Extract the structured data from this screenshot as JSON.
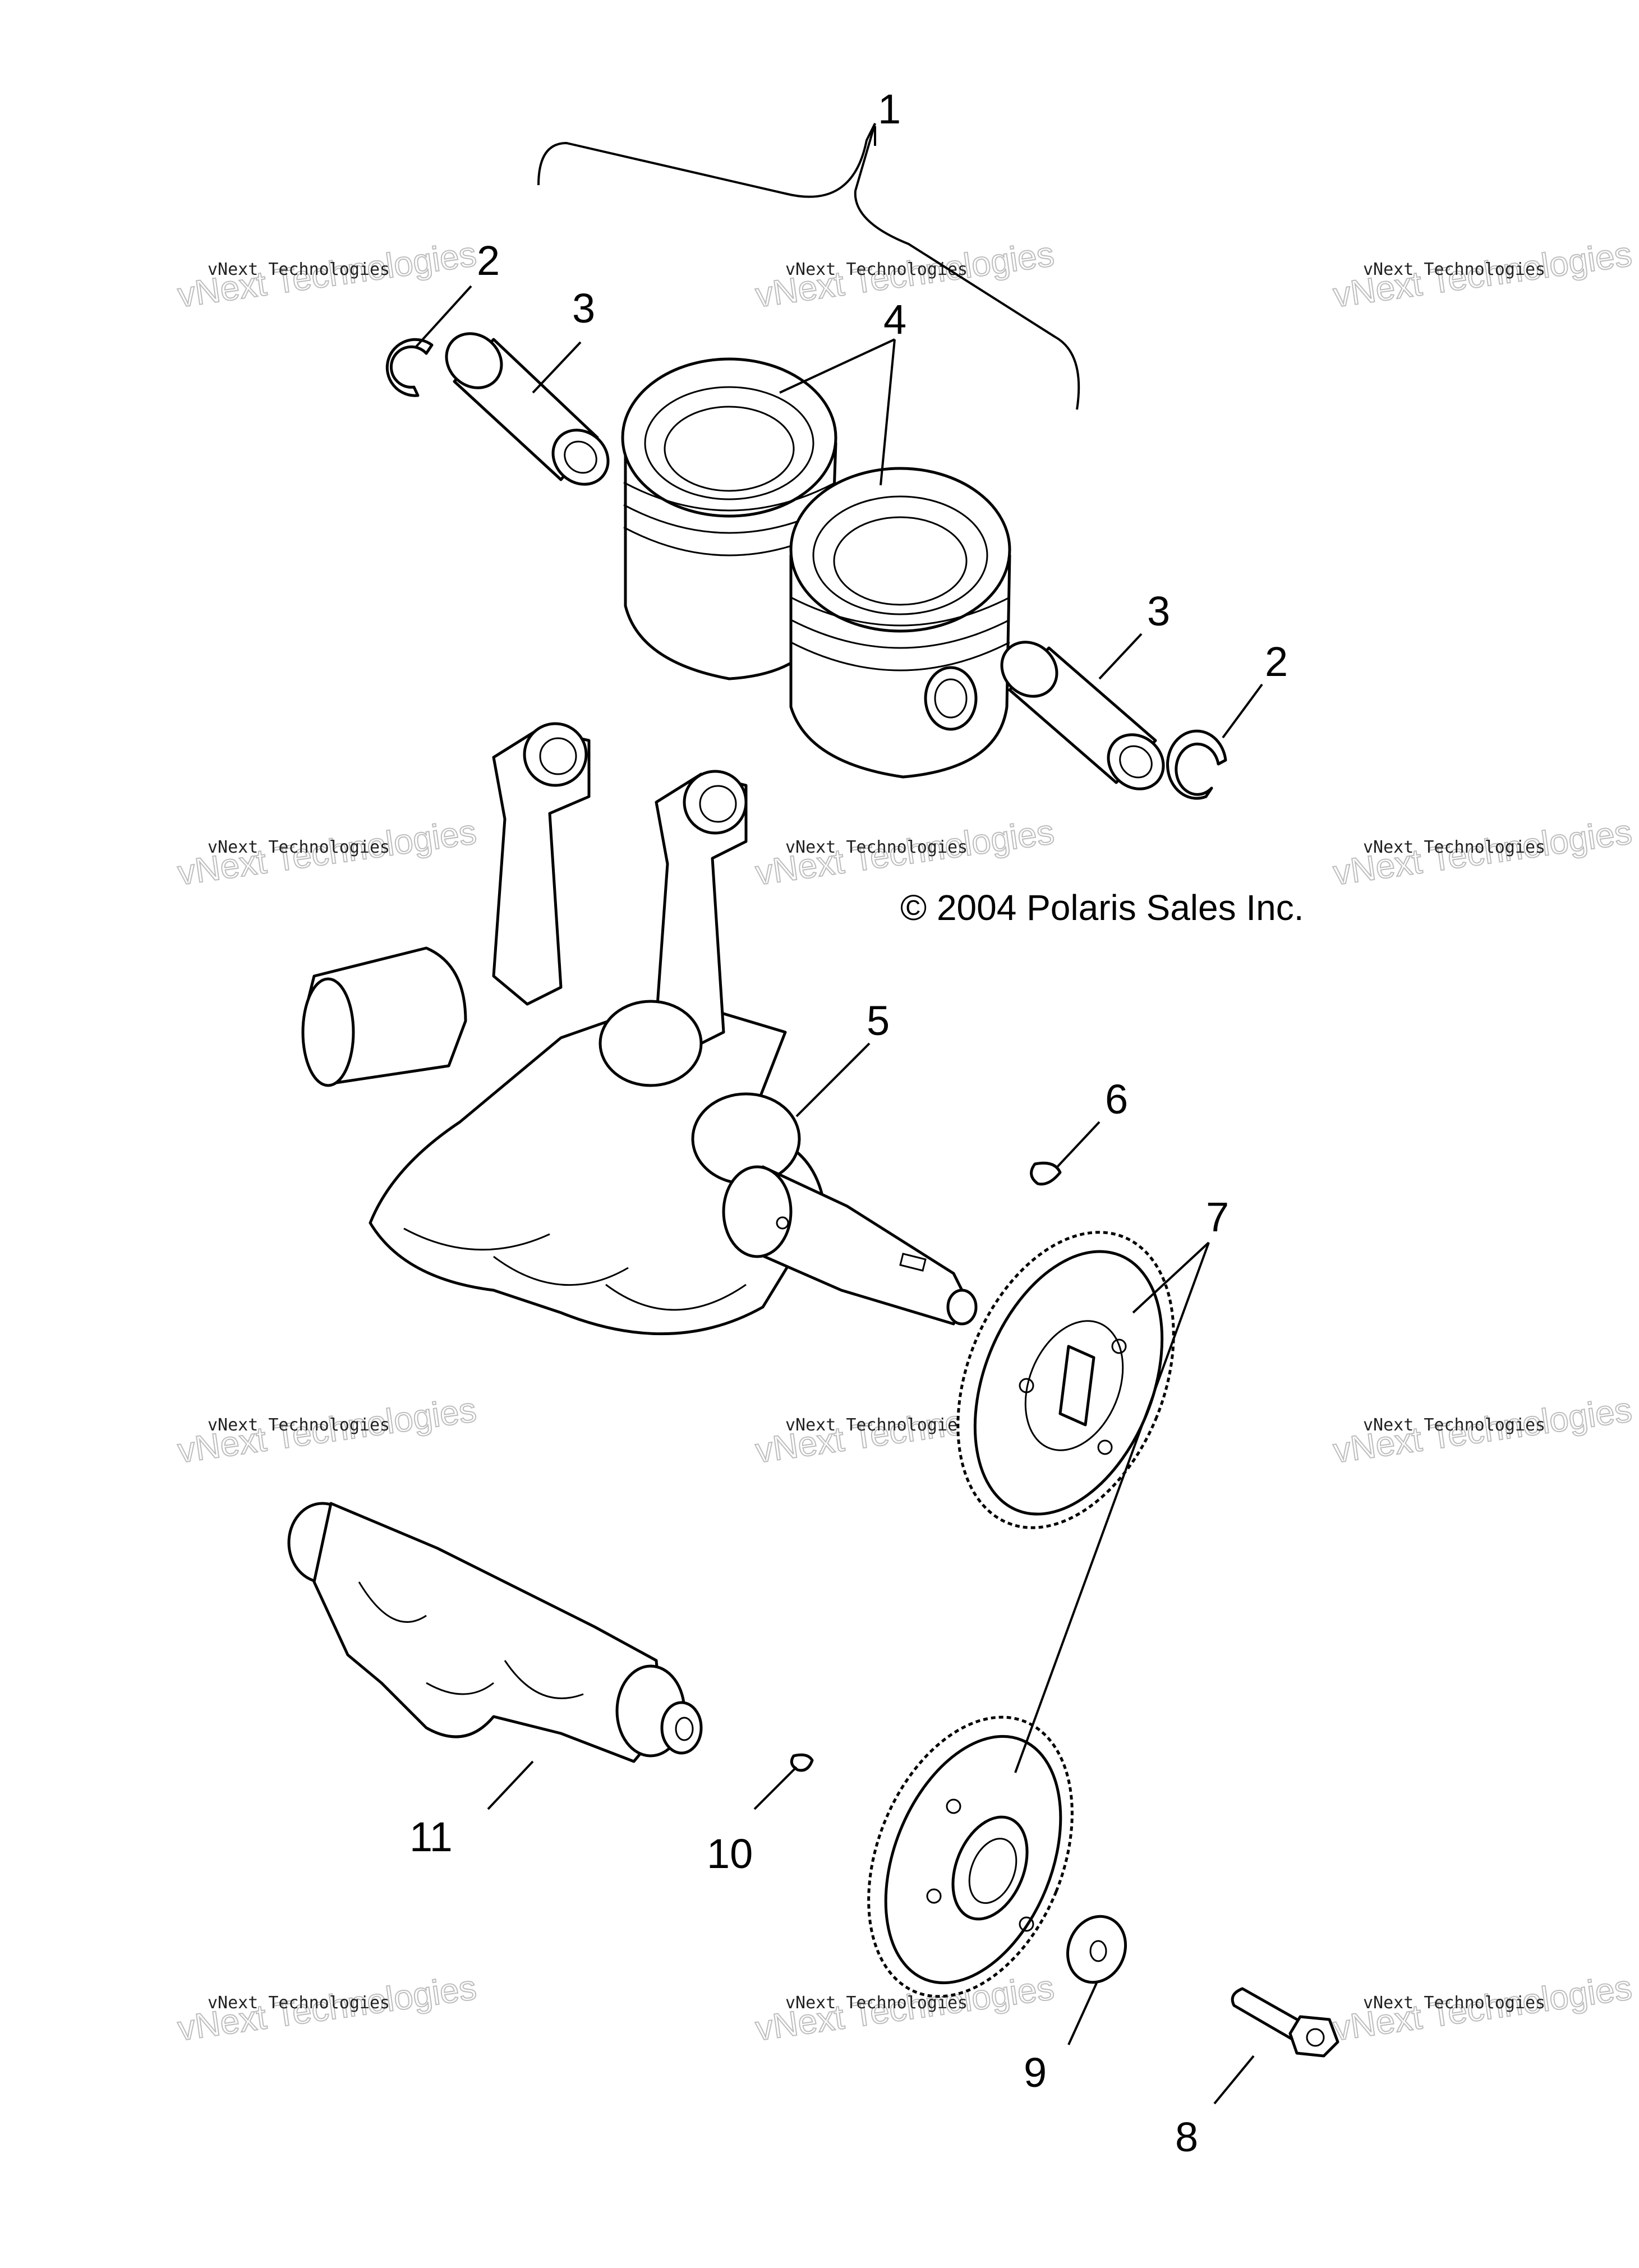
{
  "callouts": [
    "1",
    "2",
    "3",
    "4",
    "2",
    "3",
    "5",
    "6",
    "7",
    "8",
    "9",
    "10",
    "11"
  ],
  "copyright": "© 2004 Polaris Sales Inc.",
  "watermark": {
    "line1": "vNext Technologies",
    "line2": "vNext Technologies"
  }
}
